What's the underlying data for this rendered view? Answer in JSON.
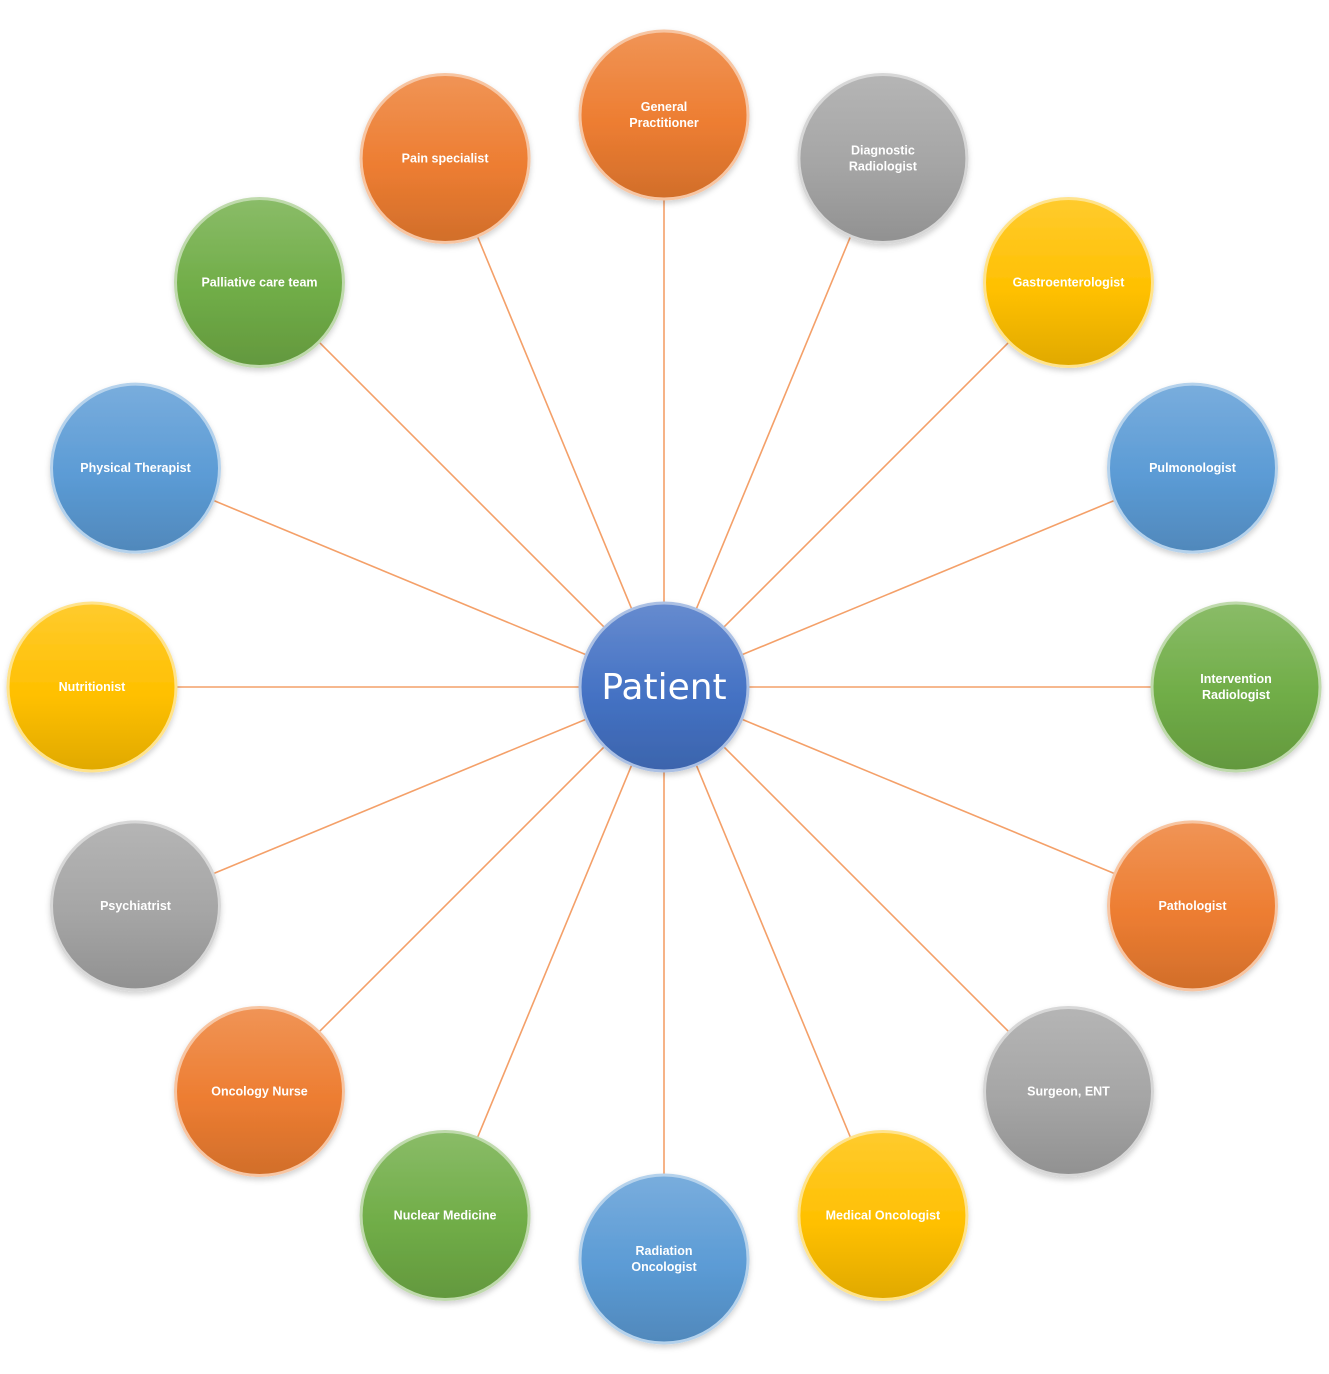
{
  "center": {
    "label": "Patient",
    "color": "#4472c4"
  },
  "connector_color": "#f4a069",
  "palette": {
    "orange": "#ed7d31",
    "gray": "#a5a5a5",
    "gold": "#ffc000",
    "blue": "#5b9bd5",
    "green": "#70ad47"
  },
  "nodes": [
    {
      "label": [
        "General",
        "Practitioner"
      ],
      "color": "orange"
    },
    {
      "label": [
        "Diagnostic",
        "Radiologist"
      ],
      "color": "gray"
    },
    {
      "label": [
        "Gastroenterologist"
      ],
      "color": "gold"
    },
    {
      "label": [
        "Pulmonologist"
      ],
      "color": "blue"
    },
    {
      "label": [
        "Intervention",
        "Radiologist"
      ],
      "color": "green"
    },
    {
      "label": [
        "Pathologist"
      ],
      "color": "orange"
    },
    {
      "label": [
        "Surgeon, ENT"
      ],
      "color": "gray"
    },
    {
      "label": [
        "Medical Oncologist"
      ],
      "color": "gold"
    },
    {
      "label": [
        "Radiation",
        "Oncologist"
      ],
      "color": "blue"
    },
    {
      "label": [
        "Nuclear Medicine"
      ],
      "color": "green"
    },
    {
      "label": [
        "Oncology Nurse"
      ],
      "color": "orange"
    },
    {
      "label": [
        "Psychiatrist"
      ],
      "color": "gray"
    },
    {
      "label": [
        "Nutritionist"
      ],
      "color": "gold"
    },
    {
      "label": [
        "Physical Therapist"
      ],
      "color": "blue"
    },
    {
      "label": [
        "Palliative care team"
      ],
      "color": "green"
    },
    {
      "label": [
        "Pain specialist"
      ],
      "color": "orange"
    }
  ]
}
